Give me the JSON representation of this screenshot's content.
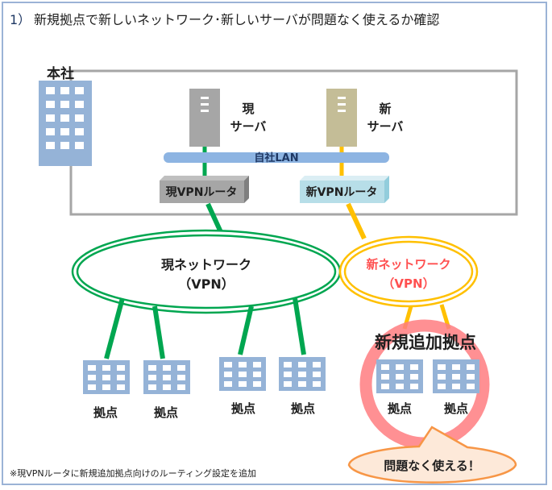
{
  "header": {
    "step": "1）",
    "title": "新規拠点で新しいネットワーク･新しいサーバが問題なく使えるか確認"
  },
  "hq": {
    "label": "本社"
  },
  "servers": {
    "current": {
      "line1": "現",
      "line2": "サーバ"
    },
    "new": {
      "line1": "新",
      "line2": "サーバ"
    }
  },
  "lan": {
    "label": "自社LAN"
  },
  "routers": {
    "current": "現VPNルータ",
    "new": "新VPNルータ"
  },
  "networks": {
    "current": {
      "line1": "現ネットワーク",
      "line2": "（VPN）"
    },
    "new": {
      "line1": "新ネットワーク",
      "line2": "（VPN）"
    }
  },
  "branches": {
    "label": "拠点"
  },
  "new_branch": {
    "title": "新規追加拠点"
  },
  "callout": {
    "text": "問題なく使える！"
  },
  "footnote": "※現VPNルータに新規追加拠点向けのルーティング設定を追加",
  "colors": {
    "green": "#00a650",
    "yellow": "#ffc000",
    "building": "#95b3d7",
    "red_ring": "#ff7c80",
    "new_net_text": "#ff5050",
    "lan_bar": "#8db4e2",
    "callout_fill": "#fde9d9",
    "callout_border": "#f79646"
  }
}
